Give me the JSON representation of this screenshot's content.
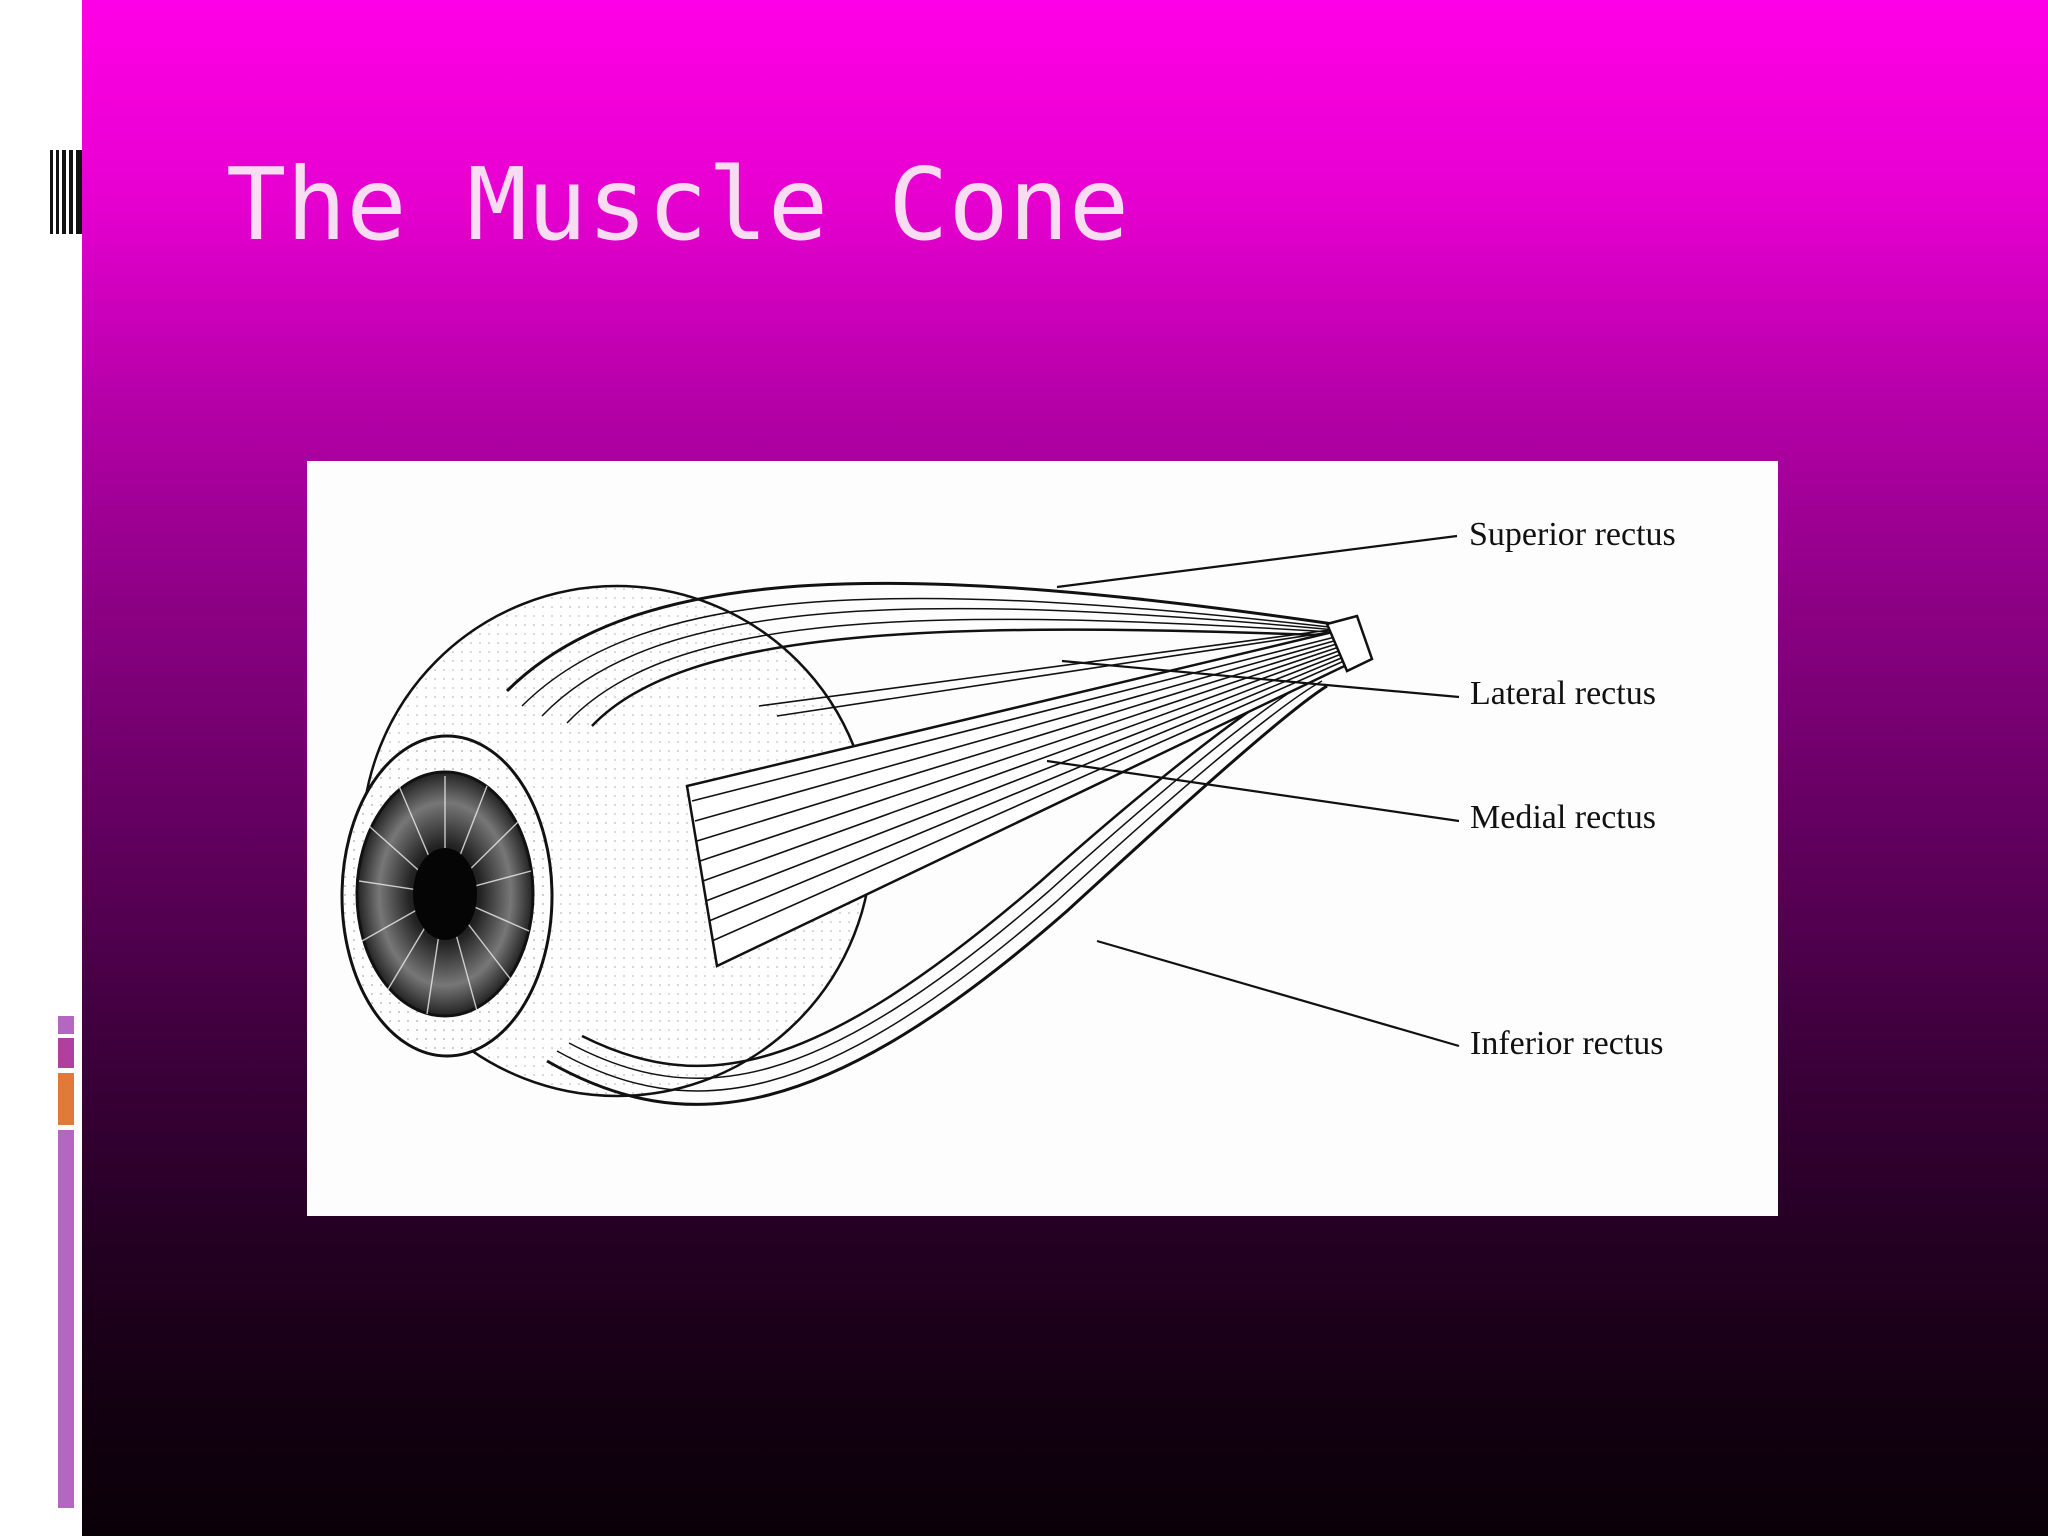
{
  "slide": {
    "title": "The Muscle Cone"
  },
  "figure": {
    "labels": {
      "superior_rectus": "Superior rectus",
      "lateral_rectus": "Lateral rectus",
      "medial_rectus": "Medial rectus",
      "inferior_rectus": "Inferior rectus"
    }
  },
  "colors": {
    "gradient_top": "#ff00e6",
    "gradient_bottom": "#0a0008",
    "title_text": "#f7dcf2",
    "accent_purple": "#b565c2",
    "accent_magenta": "#b0409f",
    "accent_orange": "#e07a3a"
  }
}
